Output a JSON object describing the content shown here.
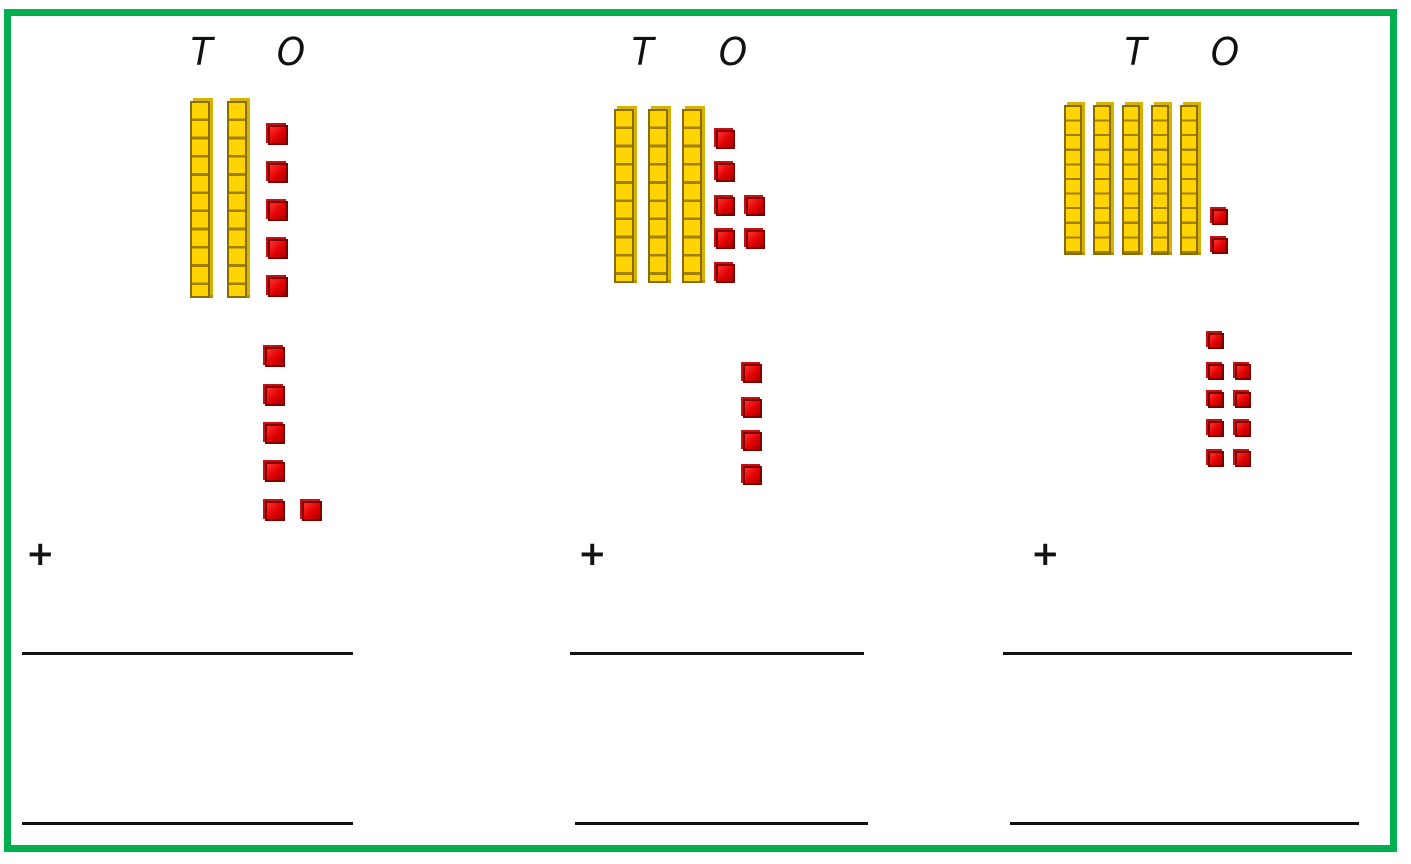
{
  "headers": {
    "tens": "T",
    "ones": "O"
  },
  "operator": "+",
  "colors": {
    "border": "#00b050",
    "ten_rod": "#ffd400",
    "one_cube": "#e00000"
  },
  "problems": [
    {
      "first_number": {
        "tens": 2,
        "ones": 5
      },
      "second_number": {
        "tens": 0,
        "ones": 6
      }
    },
    {
      "first_number": {
        "tens": 3,
        "ones": 7
      },
      "second_number": {
        "tens": 0,
        "ones": 4
      }
    },
    {
      "first_number": {
        "tens": 5,
        "ones": 2
      },
      "second_number": {
        "tens": 0,
        "ones": 9
      }
    }
  ]
}
